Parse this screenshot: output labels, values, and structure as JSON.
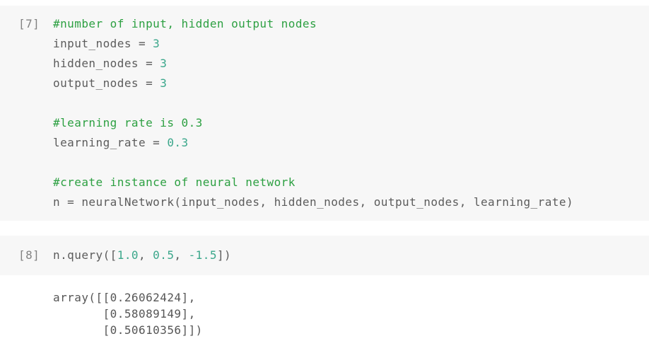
{
  "notebook": {
    "colors": {
      "cell_bg": "#f7f7f7",
      "comment": "#2da042",
      "number": "#3ba78b",
      "code": "#5c5c5c",
      "marker": "#828282",
      "output_text": "#565656"
    },
    "cells": [
      {
        "type": "code",
        "execution_label": "[7]",
        "lines": [
          [
            {
              "t": "comment",
              "v": "#number of input, hidden output nodes"
            }
          ],
          [
            {
              "t": "code",
              "v": "input_nodes = "
            },
            {
              "t": "number",
              "v": "3"
            }
          ],
          [
            {
              "t": "code",
              "v": "hidden_nodes = "
            },
            {
              "t": "number",
              "v": "3"
            }
          ],
          [
            {
              "t": "code",
              "v": "output_nodes = "
            },
            {
              "t": "number",
              "v": "3"
            }
          ],
          [],
          [
            {
              "t": "comment",
              "v": "#learning rate is 0.3"
            }
          ],
          [
            {
              "t": "code",
              "v": "learning_rate = "
            },
            {
              "t": "number",
              "v": "0.3"
            }
          ],
          [],
          [
            {
              "t": "comment",
              "v": "#create instance of neural network"
            }
          ],
          [
            {
              "t": "code",
              "v": "n = neuralNetwork(input_nodes, hidden_nodes, output_nodes, learning_rate)"
            }
          ]
        ]
      },
      {
        "type": "code",
        "execution_label": "[8]",
        "lines": [
          [
            {
              "t": "code",
              "v": "n.query(["
            },
            {
              "t": "number",
              "v": "1.0"
            },
            {
              "t": "code",
              "v": ", "
            },
            {
              "t": "number",
              "v": "0.5"
            },
            {
              "t": "code",
              "v": ", "
            },
            {
              "t": "number",
              "v": "-1.5"
            },
            {
              "t": "code",
              "v": "])"
            }
          ]
        ],
        "output": "array([[0.26062424],\n       [0.58089149],\n       [0.50610356]])"
      }
    ]
  }
}
